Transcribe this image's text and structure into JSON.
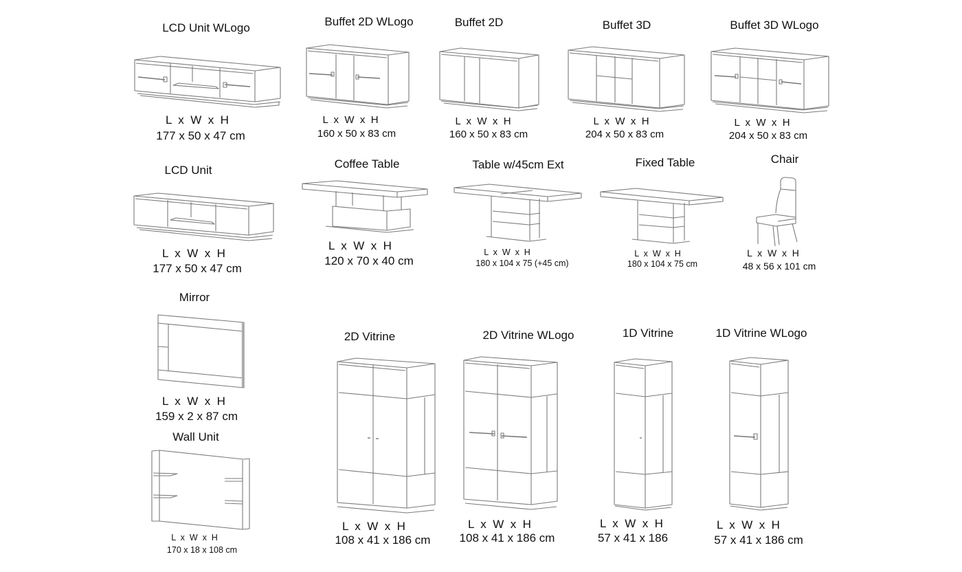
{
  "dims_header": "L  x  W  x  H",
  "items": [
    {
      "id": "lcd-unit-wlogo",
      "title": "LCD Unit WLogo",
      "dims": "177 x 50 x 47 cm"
    },
    {
      "id": "buffet-2d-wlogo",
      "title": "Buffet 2D WLogo",
      "dims": "160 x 50 x 83 cm"
    },
    {
      "id": "buffet-2d",
      "title": "Buffet 2D",
      "dims": "160 x 50 x 83 cm"
    },
    {
      "id": "buffet-3d",
      "title": "Buffet 3D",
      "dims": "204 x 50 x 83 cm"
    },
    {
      "id": "buffet-3d-wlogo",
      "title": "Buffet 3D WLogo",
      "dims": "204 x 50 x 83 cm"
    },
    {
      "id": "lcd-unit",
      "title": "LCD Unit",
      "dims": "177 x 50 x 47 cm"
    },
    {
      "id": "coffee-table",
      "title": "Coffee Table",
      "dims": "120 x 70 x 40 cm"
    },
    {
      "id": "table-ext",
      "title": "Table w/45cm Ext",
      "dims": "180 x 104 x 75 (+45 cm)"
    },
    {
      "id": "fixed-table",
      "title": "Fixed Table",
      "dims": "180 x 104 x 75 cm"
    },
    {
      "id": "chair",
      "title": "Chair",
      "dims": "48 x 56 x 101 cm"
    },
    {
      "id": "mirror",
      "title": "Mirror",
      "dims": "159 x 2 x 87 cm"
    },
    {
      "id": "wall-unit",
      "title": "Wall Unit",
      "dims": "170 x 18 x 108 cm"
    },
    {
      "id": "vitrine-2d",
      "title": "2D Vitrine",
      "dims": "108 x 41 x 186 cm"
    },
    {
      "id": "vitrine-2d-wlogo",
      "title": "2D Vitrine WLogo",
      "dims": "108 x 41 x 186 cm"
    },
    {
      "id": "vitrine-1d",
      "title": "1D Vitrine",
      "dims": "57 x 41 x 186"
    },
    {
      "id": "vitrine-1d-wlogo",
      "title": "1D Vitrine WLogo",
      "dims": "57 x 41 x 186 cm"
    }
  ],
  "icons": {
    "line_color": "#7a7a7a",
    "background": "#ffffff"
  }
}
